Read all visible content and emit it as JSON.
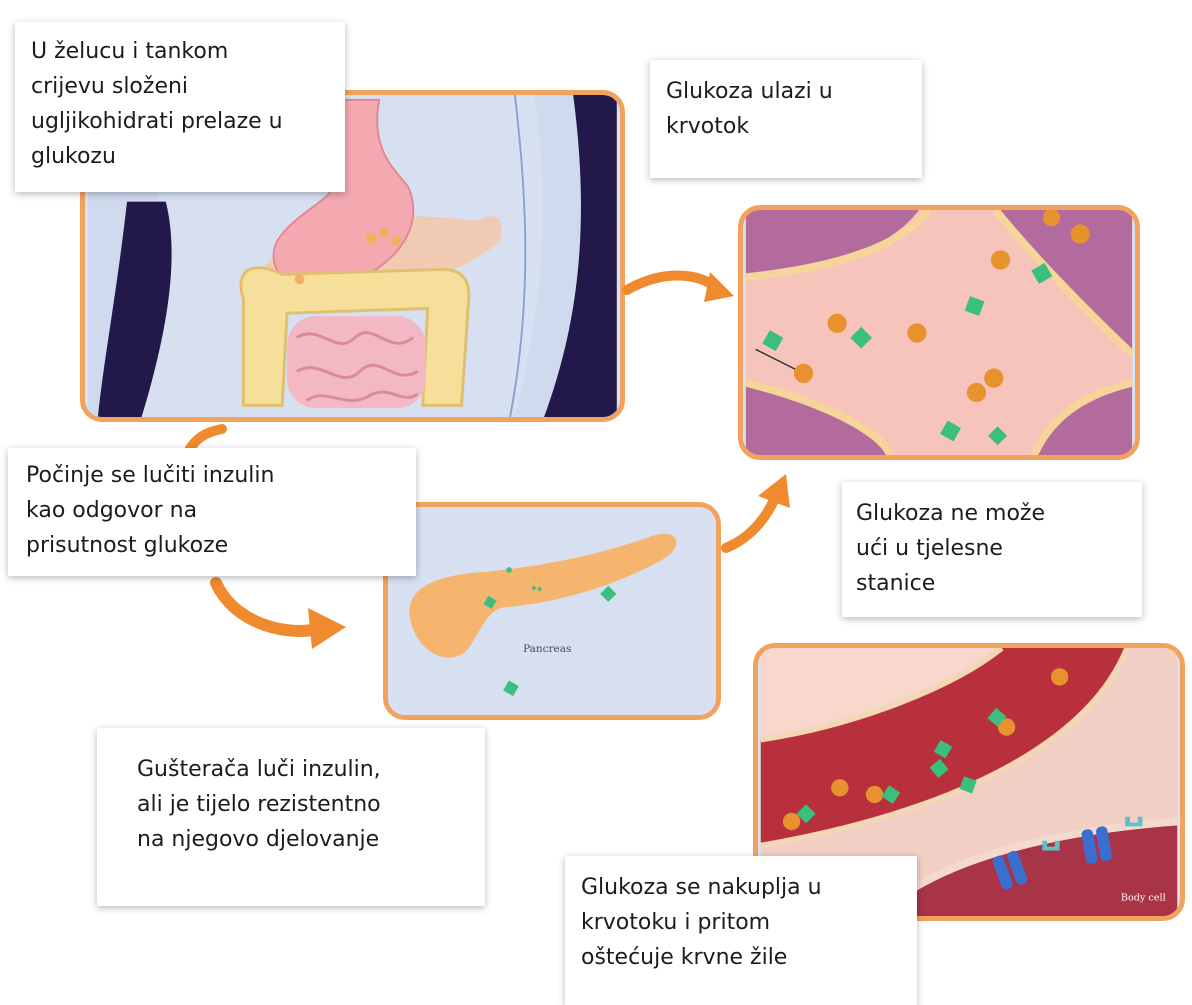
{
  "colors": {
    "panel_border": "#f3a25e",
    "arrow": "#f08a2e",
    "glucose": "#e8922e",
    "insulin": "#3bbf7e",
    "receptor": "#3a6fd0"
  },
  "captions": {
    "stomach": [
      "U želucu i tankom",
      "crijevu složeni",
      "ugljikohidrati prelaze u",
      "glukozu"
    ],
    "bloodstream": [
      "Glukoza ulazi u",
      "krvotok"
    ],
    "insulin_release": [
      "Počinje se lučiti inzulin",
      "kao odgovor na",
      "prisutnost glukoze"
    ],
    "cells": [
      "Glukoza ne može",
      "ući u tjelesne",
      "stanice"
    ],
    "resistance": [
      "Gušterača luči inzulin,",
      "ali je tijelo rezistentno",
      "na njegovo djelovanje"
    ],
    "damage": [
      "Glukoza se nakuplja u",
      "krvotoku i pritom",
      "oštećuje krvne žile"
    ]
  },
  "labels": {
    "pancreas": "Pancreas",
    "body_cell": "Body cell"
  }
}
